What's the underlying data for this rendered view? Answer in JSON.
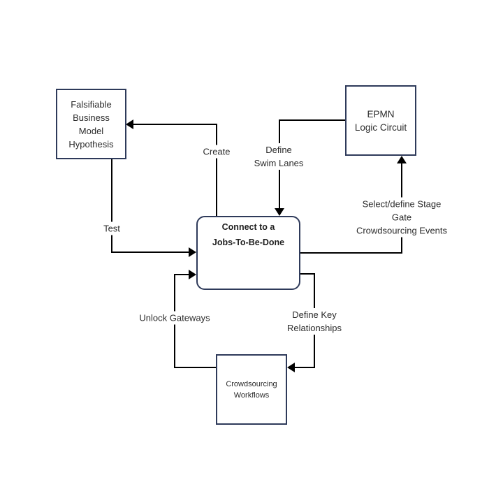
{
  "nodes": {
    "hypothesis": {
      "label": "Falsifiable\nBusiness\nModel\nHypothesis"
    },
    "epmn": {
      "label": "EPMN\nLogic Circuit"
    },
    "center": {
      "label": "Connect to a\nJobs-To-Be-Done"
    },
    "workflows": {
      "label": "Crowdsourcing\nWorkflows"
    }
  },
  "edges": {
    "create": {
      "label": "Create"
    },
    "define_swim_lanes": {
      "label": "Define\nSwim Lanes"
    },
    "test": {
      "label": "Test"
    },
    "select_stage_gate": {
      "label": "Select/define Stage Gate\nCrowdsourcing Events"
    },
    "unlock_gateways": {
      "label": "Unlock Gateways"
    },
    "define_key_relationships": {
      "label": "Define Key\nRelationships"
    }
  },
  "colors": {
    "node_border": "#2e3a5a",
    "connector": "#000000",
    "text": "#2b2b2b"
  }
}
